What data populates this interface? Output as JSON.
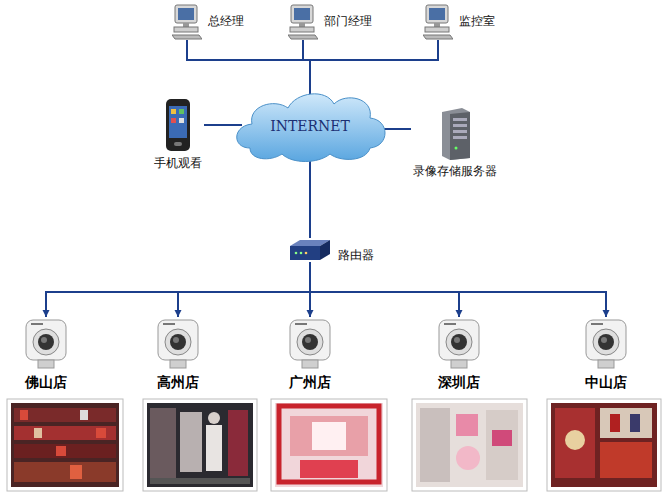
{
  "diagram": {
    "nodes": [
      {
        "text": [
          "总经理"
        ]
      },
      {
        "text": [
          "部门经理"
        ]
      },
      {
        "text": [
          "监控室"
        ]
      },
      {
        "text": [
          "手机观看"
        ]
      },
      {
        "text": [
          "INTERNET"
        ]
      },
      {
        "text": [
          "录像存储服务器"
        ]
      },
      {
        "text": [
          "路由器"
        ]
      },
      {
        "text": [
          "佛山店"
        ]
      },
      {
        "text": [
          "高州店"
        ]
      },
      {
        "text": [
          "广州店"
        ]
      },
      {
        "text": [
          "深圳店"
        ]
      },
      {
        "text": [
          "中山店"
        ]
      }
    ],
    "edges": [
      {
        "from": 0,
        "to": 4,
        "arrow": "none"
      },
      {
        "from": 1,
        "to": 4,
        "arrow": "none"
      },
      {
        "from": 2,
        "to": 4,
        "arrow": "none"
      },
      {
        "from": 3,
        "to": 4,
        "arrow": "none"
      },
      {
        "from": 4,
        "to": 5,
        "arrow": "none"
      },
      {
        "from": 4,
        "to": 6,
        "arrow": "none"
      },
      {
        "from": 6,
        "to": 7,
        "arrow": "to"
      },
      {
        "from": 6,
        "to": 8,
        "arrow": "to"
      },
      {
        "from": 6,
        "to": 9,
        "arrow": "to"
      },
      {
        "from": 6,
        "to": 10,
        "arrow": "to"
      },
      {
        "from": 6,
        "to": 11,
        "arrow": "to"
      }
    ]
  }
}
